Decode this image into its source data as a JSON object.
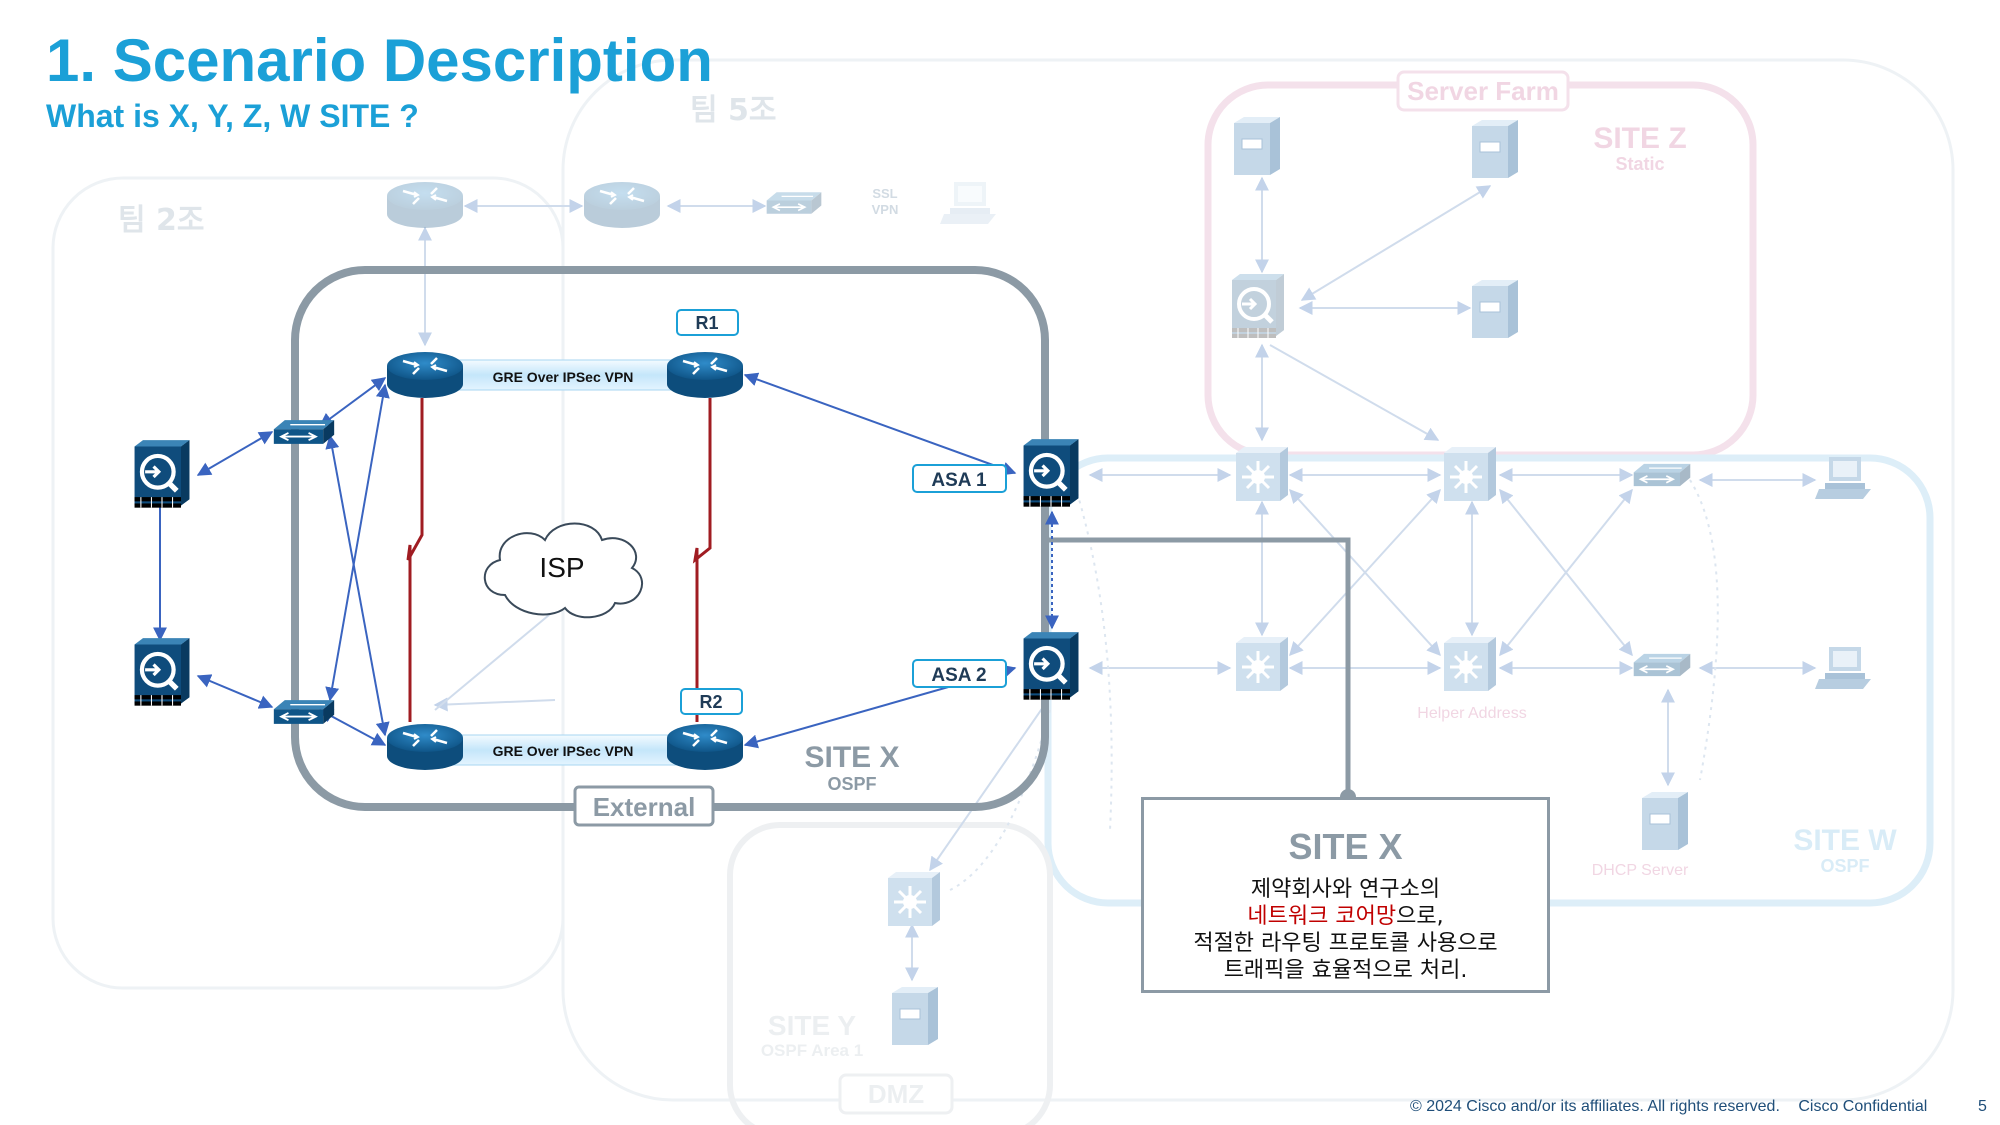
{
  "slide": {
    "title": "1. Scenario Description",
    "subtitle": "What is X, Y, Z, W SITE ?"
  },
  "diagram": {
    "labels": {
      "team2": "팀 2조",
      "team5": "팀 5조",
      "server_farm": "Server Farm",
      "site_z": "SITE Z",
      "site_z_sub": "Static",
      "ssl_vpn_1": "SSL",
      "ssl_vpn_2": "VPN",
      "r1": "R1",
      "r2": "R2",
      "gre_top": "GRE Over IPSec VPN",
      "gre_bottom": "GRE Over IPSec VPN",
      "isp": "ISP",
      "asa1": "ASA 1",
      "asa2": "ASA 2",
      "site_x": "SITE X",
      "site_x_sub": "OSPF",
      "external": "External",
      "helper_address": "Helper Address",
      "dhcp_server": "DHCP Server",
      "site_w": "SITE W",
      "site_w_sub": "OSPF",
      "site_y": "SITE Y",
      "site_y_sub": "OSPF Area 1",
      "dmz": "DMZ"
    }
  },
  "callout": {
    "title": "SITE X",
    "line1": "제약회사와 연구소의",
    "line2_highlight": "네트워크 코어망",
    "line2_rest": "으로,",
    "line3": "적절한 라우팅 프로토콜 사용으로",
    "line4": "트래픽을 효율적으로 처리."
  },
  "footer": {
    "copyright": "© 2024  Cisco and/or its affiliates. All rights reserved.",
    "confidential": "Cisco Confidential",
    "page": "5"
  },
  "colors": {
    "title": "#1ba0d7",
    "site_x_border": "#8c9aa5",
    "router": "#1b6fa8",
    "firewall": "#0f4c7c",
    "link": "#3a64c0",
    "wan_link": "#a01c22",
    "faded_gray": "#e9edf0",
    "faded_pink": "#f5e3ec",
    "faded_blue": "#ddeef8",
    "highlight_text": "#c00000"
  },
  "icons": [
    "router-icon",
    "switch-icon",
    "firewall-icon",
    "cloud-icon",
    "server-icon",
    "pc-icon",
    "l3-switch-icon"
  ]
}
